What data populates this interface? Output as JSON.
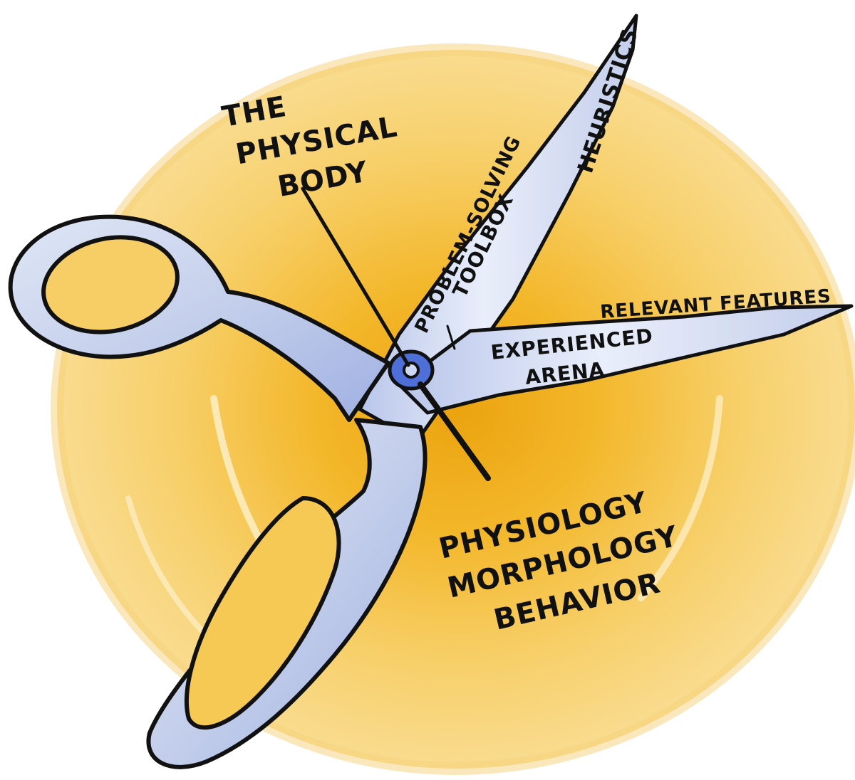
{
  "labels": {
    "physical_body_line1": "THE",
    "physical_body_line2": "PHYSICAL",
    "physical_body_line3": "BODY",
    "heuristics": "HEURISTICS",
    "problem_solving": "PROBLEM-SOLVING",
    "toolbox": "TOOLBOX",
    "relevant_features": "RELEVANT FEATURES",
    "experienced": "EXPERIENCED",
    "arena": "ARENA",
    "physiology": "PHYSIOLOGY",
    "morphology": "MORPHOLOGY",
    "behavior": "BEHAVIOR"
  },
  "colors": {
    "background": "#ffffff",
    "circle_outer": "#f8d98a",
    "circle_inner": "#f0ad1c",
    "metal": "#c9d3ea",
    "metal_shadow": "#7f93d6",
    "metal_highlight": "#eef2fb",
    "pivot": "#4f6fd8",
    "outline": "#111111"
  },
  "icons": [
    "scissors-icon",
    "pivot-screw-icon"
  ]
}
